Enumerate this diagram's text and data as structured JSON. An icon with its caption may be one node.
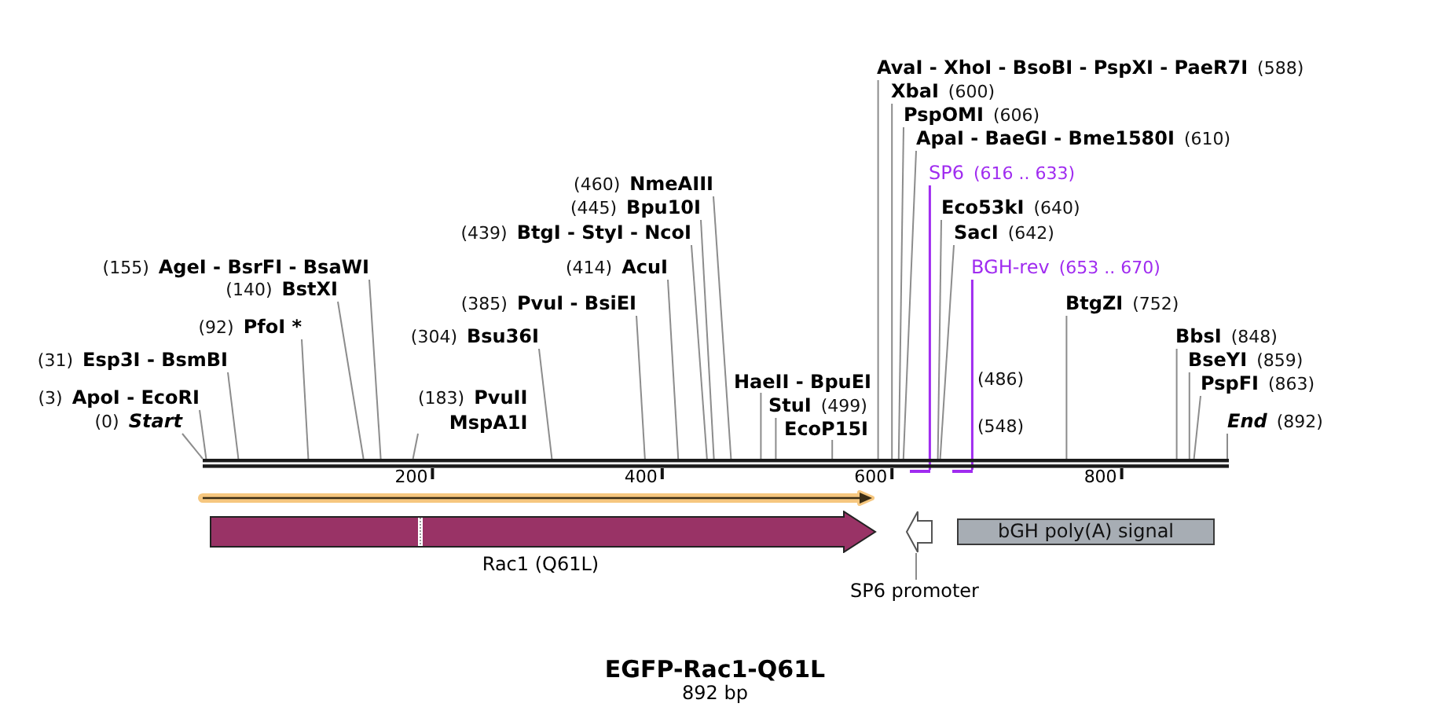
{
  "diagram": {
    "title": "EGFP-Rac1-Q61L",
    "caption": "892 bp",
    "nodes": [
      {
        "text": [
          "AvaI - XhoI - BsoBI - PspXI - PaeR7I",
          "(588)"
        ]
      },
      {
        "text": [
          "XbaI",
          "(600)"
        ]
      },
      {
        "text": [
          "PspOMI",
          "(606)"
        ]
      },
      {
        "text": [
          "ApaI - BaeGI - Bme1580I",
          "(610)"
        ]
      },
      {
        "text": [
          "SP6",
          "(616 .. 633)"
        ]
      },
      {
        "text": [
          "(460)",
          "NmeAIII"
        ]
      },
      {
        "text": [
          "(445)",
          "Bpu10I"
        ]
      },
      {
        "text": [
          "Eco53kI",
          "(640)"
        ]
      },
      {
        "text": [
          "(439)",
          "BtgI - StyI - NcoI"
        ]
      },
      {
        "text": [
          "SacI",
          "(642)"
        ]
      },
      {
        "text": [
          "(155)",
          "AgeI - BsrFI - BsaWI"
        ]
      },
      {
        "text": [
          "(414)",
          "AcuI"
        ]
      },
      {
        "text": [
          "BGH-rev",
          "(653 .. 670)"
        ]
      },
      {
        "text": [
          "(140)",
          "BstXI"
        ]
      },
      {
        "text": [
          "(385)",
          "PvuI - BsiEI"
        ]
      },
      {
        "text": [
          "BtgZI",
          "(752)"
        ]
      },
      {
        "text": [
          "(92)",
          "PfoI *"
        ]
      },
      {
        "text": [
          "(304)",
          "Bsu36I"
        ]
      },
      {
        "text": [
          "BbsI",
          "(848)"
        ]
      },
      {
        "text": [
          "(31)",
          "Esp3I - BsmBI"
        ]
      },
      {
        "text": [
          "BseYI",
          "(859)"
        ]
      },
      {
        "text": [
          "PspFI",
          "(863)"
        ]
      },
      {
        "text": [
          "(3)",
          "ApoI - EcoRI"
        ]
      },
      {
        "text": [
          "(183)",
          "PvuII",
          "MspA1I"
        ]
      },
      {
        "text": [
          "HaeII - BpuEI",
          "(486)"
        ]
      },
      {
        "text": [
          "(0)",
          "Start"
        ]
      },
      {
        "text": [
          "EcoP15I",
          "(548)"
        ]
      },
      {
        "text": [
          "End",
          "(892)"
        ]
      },
      {
        "text": [
          "StuI",
          "(499)"
        ]
      },
      {
        "text": [],
        "shape": "bar"
      },
      {
        "text": [],
        "shape": "bar"
      },
      {
        "text": [],
        "shape": "bar"
      },
      {
        "text": [],
        "shape": "arrow"
      },
      {
        "text": [
          "Rac1 (Q61L)"
        ]
      },
      {
        "text": [],
        "shape": "arrow"
      },
      {
        "text": [
          "bGH poly(A) signal"
        ]
      },
      {
        "text": [
          "SP6 promoter"
        ]
      }
    ],
    "edges": [
      {
        "from": 0,
        "to": 29,
        "arrow": "none"
      },
      {
        "from": 1,
        "to": 29,
        "arrow": "none"
      },
      {
        "from": 2,
        "to": 29,
        "arrow": "none"
      },
      {
        "from": 3,
        "to": 29,
        "arrow": "none"
      },
      {
        "from": 4,
        "to": 30,
        "arrow": "none",
        "color": "#a02cf0"
      },
      {
        "from": 5,
        "to": 29,
        "arrow": "none"
      },
      {
        "from": 6,
        "to": 29,
        "arrow": "none"
      },
      {
        "from": 7,
        "to": 29,
        "arrow": "none"
      },
      {
        "from": 8,
        "to": 29,
        "arrow": "none"
      },
      {
        "from": 9,
        "to": 29,
        "arrow": "none"
      },
      {
        "from": 10,
        "to": 29,
        "arrow": "none"
      },
      {
        "from": 11,
        "to": 29,
        "arrow": "none"
      },
      {
        "from": 12,
        "to": 31,
        "arrow": "none",
        "color": "#a02cf0"
      },
      {
        "from": 13,
        "to": 29,
        "arrow": "none"
      },
      {
        "from": 14,
        "to": 29,
        "arrow": "none"
      },
      {
        "from": 15,
        "to": 29,
        "arrow": "none"
      },
      {
        "from": 16,
        "to": 29,
        "arrow": "none"
      },
      {
        "from": 17,
        "to": 29,
        "arrow": "none"
      },
      {
        "from": 18,
        "to": 29,
        "arrow": "none"
      },
      {
        "from": 19,
        "to": 29,
        "arrow": "none"
      },
      {
        "from": 20,
        "to": 29,
        "arrow": "none"
      },
      {
        "from": 21,
        "to": 29,
        "arrow": "none"
      },
      {
        "from": 22,
        "to": 29,
        "arrow": "none"
      },
      {
        "from": 23,
        "to": 29,
        "arrow": "none"
      },
      {
        "from": 24,
        "to": 29,
        "arrow": "none"
      },
      {
        "from": 25,
        "to": 29,
        "arrow": "none"
      },
      {
        "from": 26,
        "to": 29,
        "arrow": "none"
      },
      {
        "from": 27,
        "to": 29,
        "arrow": "none"
      },
      {
        "from": 28,
        "to": 29,
        "arrow": "none"
      },
      {
        "from": 36,
        "to": 34,
        "arrow": "none"
      }
    ],
    "labels": [
      "200",
      "400",
      "600",
      "800"
    ]
  }
}
